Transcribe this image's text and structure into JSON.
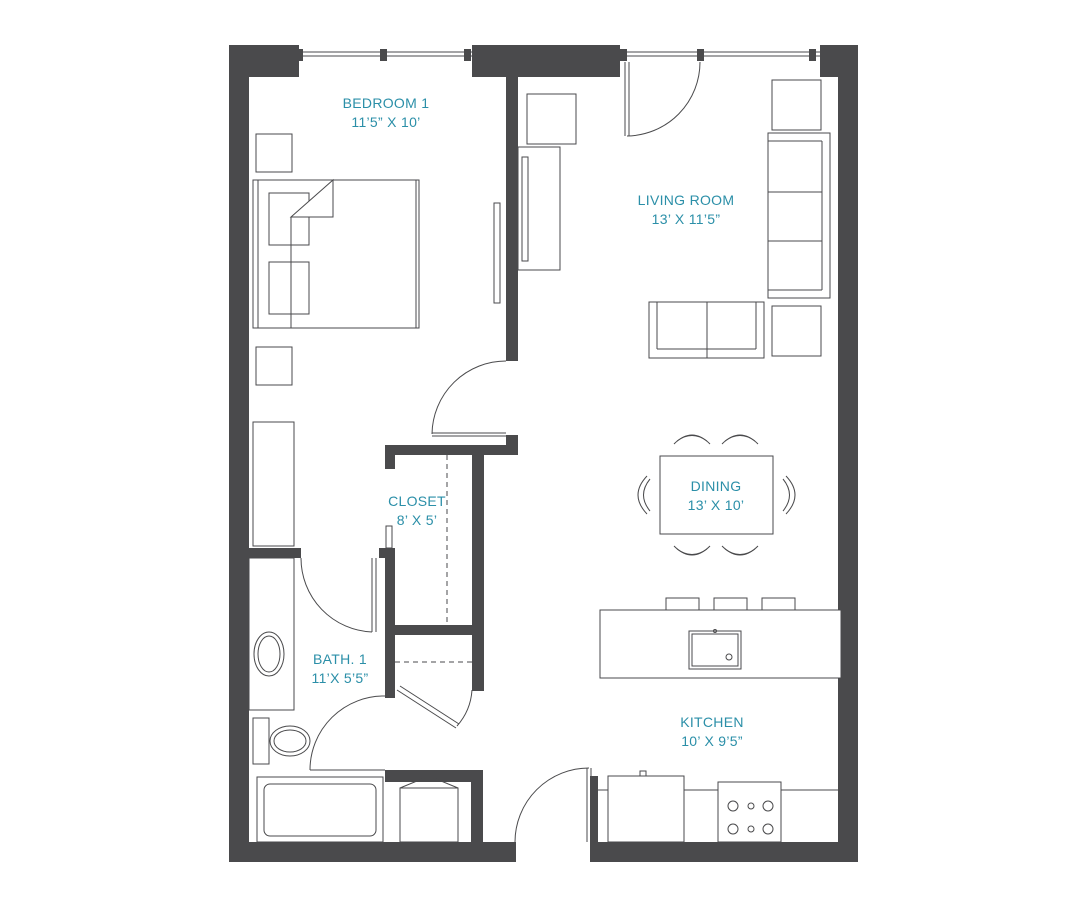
{
  "colors": {
    "wall": "#4a4a4c",
    "label": "#2b8fa8",
    "background": "#ffffff"
  },
  "rooms": [
    {
      "id": "bedroom",
      "name": "BEDROOM 1",
      "dims": "11’5” X 10’"
    },
    {
      "id": "living",
      "name": "LIVING ROOM",
      "dims": "13’ X 11’5”"
    },
    {
      "id": "closet",
      "name": "CLOSET",
      "dims": "8’ X 5’"
    },
    {
      "id": "dining",
      "name": "DINING",
      "dims": "13’ X 10’"
    },
    {
      "id": "bath",
      "name": "BATH. 1",
      "dims": "11’X 5’5”"
    },
    {
      "id": "kitchen",
      "name": "KITCHEN",
      "dims": "10’ X 9’5”"
    }
  ]
}
